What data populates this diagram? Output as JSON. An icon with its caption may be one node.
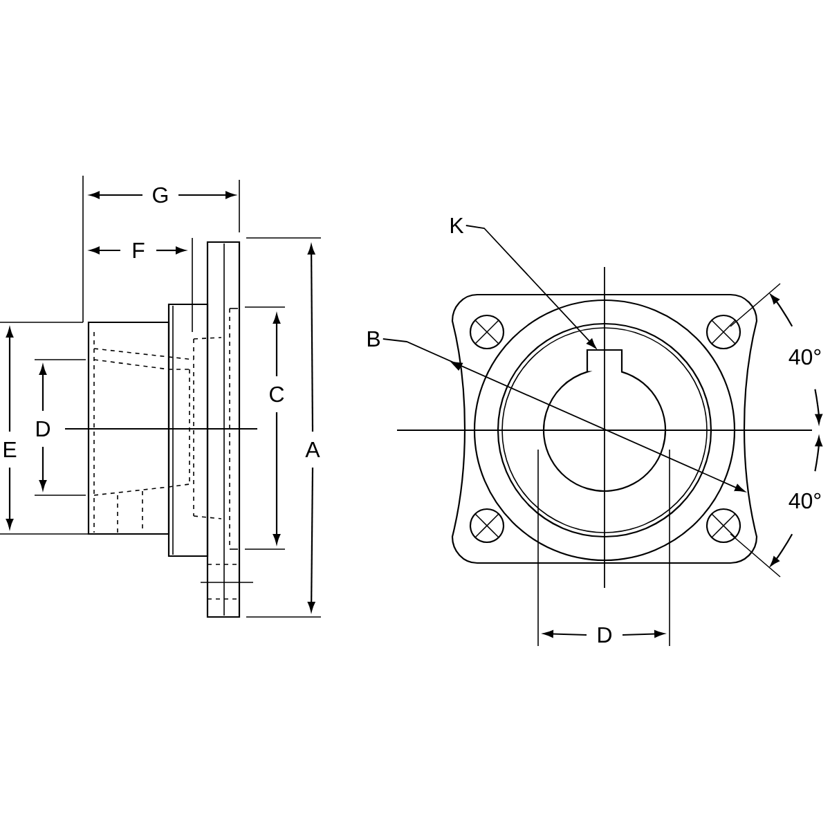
{
  "diagram": {
    "nodes": [
      {
        "text": [
          "K"
        ]
      },
      {
        "text": [
          "B"
        ]
      }
    ],
    "edges": [
      {
        "from": 0,
        "to": null,
        "arrow": "to"
      },
      {
        "from": 1,
        "to": null,
        "arrow": "to"
      }
    ],
    "labels": [
      "G",
      "F",
      "C",
      "A",
      "E",
      "D",
      "D",
      "40°",
      "40°"
    ]
  }
}
